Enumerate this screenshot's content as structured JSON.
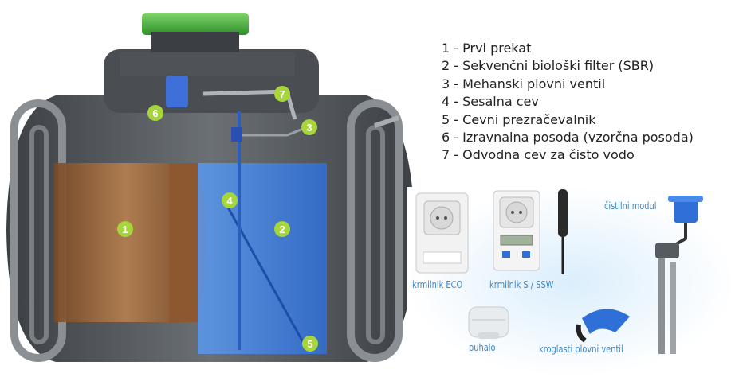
{
  "legend": {
    "items": [
      "1 - Prvi prekat",
      "2 - Sekvenčni biološki filter (SBR)",
      "3 - Mehanski plovni ventil",
      "4 - Sesalna cev",
      "5 - Cevni prezračevalnik",
      "6 - Izravnalna posoda (vzorčna posoda)",
      "7 - Odvodna cev za čisto vodo"
    ]
  },
  "markers": [
    "1",
    "2",
    "3",
    "4",
    "5",
    "6",
    "7"
  ],
  "products": {
    "eco": "krmilnik ECO",
    "s_ssw": "krmilnik S / SSW",
    "puhalo": "puhalo",
    "ventil": "kroglasti  plovni ventil",
    "modul": "čistilni modul"
  },
  "colors": {
    "marker": "#a6d63a",
    "tank": "#5b5f63",
    "sludge": "#a86a3a",
    "water": "#3f7fe0",
    "lid": "#3fa43a",
    "label": "#3f86c6"
  }
}
